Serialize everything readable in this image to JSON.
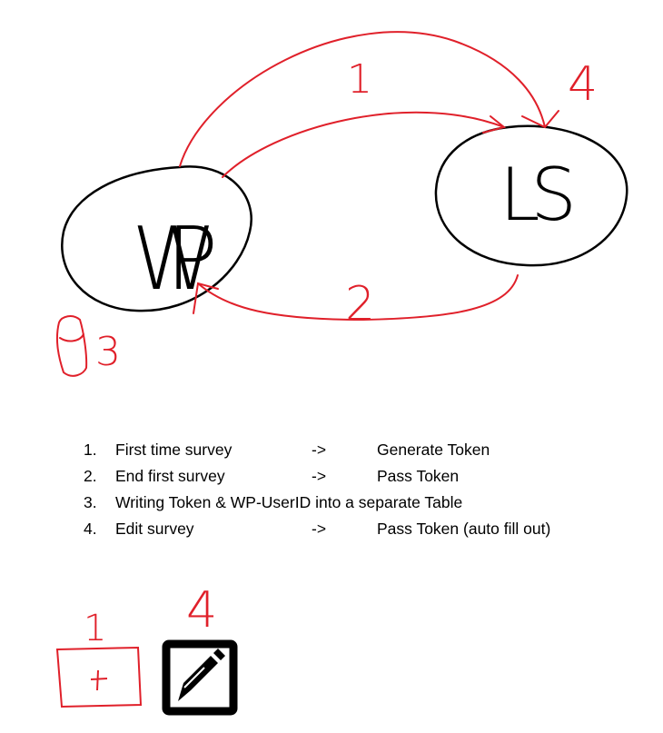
{
  "diagram": {
    "nodes": [
      {
        "id": "wp",
        "label": "WP"
      },
      {
        "id": "ls",
        "label": "LS"
      }
    ],
    "edge_labels": {
      "one": "1",
      "two": "2",
      "three": "3",
      "four": "4"
    },
    "colors": {
      "ink": "#000000",
      "annotation": "#e0202a"
    }
  },
  "steps": [
    {
      "num": "1.",
      "text": "First time survey",
      "arrow": "->",
      "result": "Generate Token"
    },
    {
      "num": "2.",
      "text": "End first survey",
      "arrow": "->",
      "result": "Pass Token"
    },
    {
      "num": "3.",
      "text": "Writing Token & WP-UserID into a separate Table",
      "arrow": "",
      "result": ""
    },
    {
      "num": "4.",
      "text": "Edit survey",
      "arrow": "->",
      "result": "Pass Token (auto fill out)"
    }
  ],
  "icons": [
    {
      "name": "add-icon",
      "label": "1"
    },
    {
      "name": "edit-icon",
      "label": "4"
    }
  ]
}
